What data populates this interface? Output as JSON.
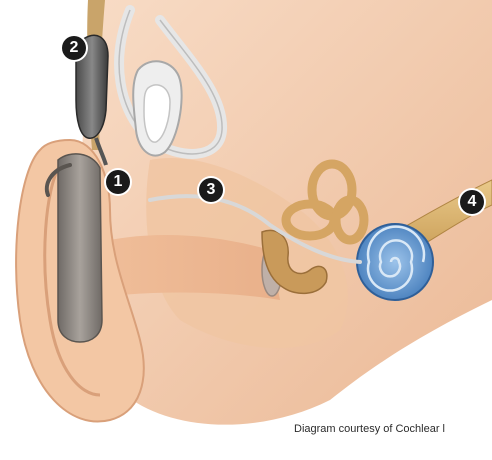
{
  "markers": [
    "1",
    "2",
    "3",
    "4"
  ],
  "credit": "Diagram courtesy of Cochlear l",
  "colors": {
    "skin": "#f2c9a8",
    "skin_dark": "#d9a07a",
    "processor": "#8a8580",
    "cochlea": "#5b8fc9",
    "nerve": "#d8b46c",
    "bone": "#c99a5a",
    "marker": "#1a1a1a"
  }
}
